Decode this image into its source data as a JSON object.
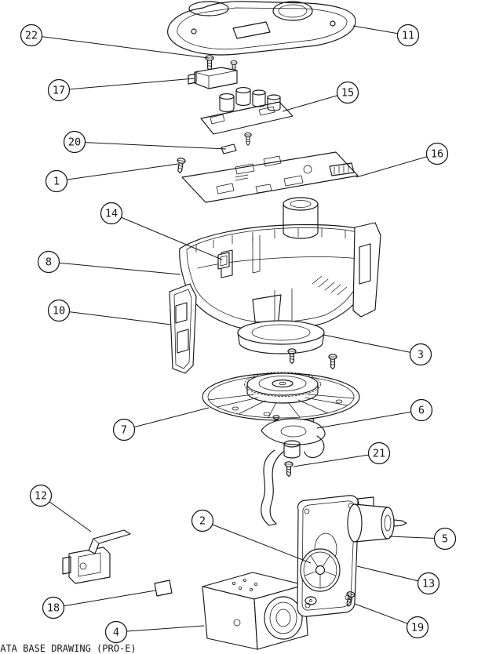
{
  "drawing": {
    "title_note": "DATA BASE DRAWING (PRO-E)",
    "balloons": [
      {
        "label": "1"
      },
      {
        "label": "2"
      },
      {
        "label": "3"
      },
      {
        "label": "4"
      },
      {
        "label": "5"
      },
      {
        "label": "6"
      },
      {
        "label": "7"
      },
      {
        "label": "8"
      },
      {
        "label": "10"
      },
      {
        "label": "11"
      },
      {
        "label": "12"
      },
      {
        "label": "13"
      },
      {
        "label": "14"
      },
      {
        "label": "15"
      },
      {
        "label": "16"
      },
      {
        "label": "17"
      },
      {
        "label": "18"
      },
      {
        "label": "19"
      },
      {
        "label": "20"
      },
      {
        "label": "21"
      },
      {
        "label": "22"
      }
    ]
  }
}
